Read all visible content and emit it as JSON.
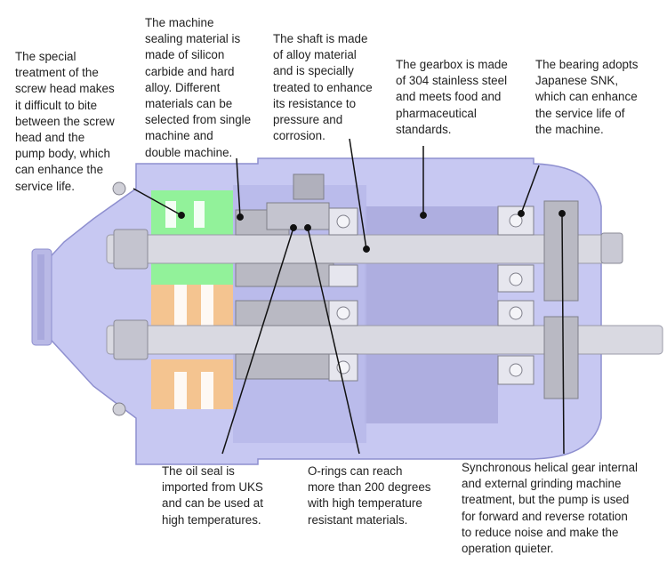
{
  "annotations": {
    "screw_head": "The special\ntreatment of the\nscrew head makes\nit difficult to bite\nbetween the screw\nhead and the\npump body, which\ncan enhance the\nservice life.",
    "sealing_material": "The machine\nsealing material is\nmade of silicon\ncarbide and hard\nalloy. Different\nmaterials can be\nselected from single\nmachine and\ndouble machine.",
    "shaft": "The shaft is made\nof alloy material\nand is specially\ntreated to enhance\nits resistance to\npressure and\ncorrosion.",
    "gearbox": "The gearbox is made\nof 304 stainless steel\nand meets food and\npharmaceutical\nstandards.",
    "bearing": "The bearing adopts\nJapanese SNK,\nwhich can enhance\nthe service life of\nthe machine.",
    "oil_seal": "The oil seal is\nimported from UKS\nand can be used at\nhigh temperatures.",
    "o_rings": "O-rings can reach\nmore than 200 degrees\nwith high temperature\nresistant materials.",
    "gear": "Synchronous helical gear internal\nand external grinding machine\ntreatment, but the pump is used\nfor forward and reverse rotation\nto reduce noise and make the\noperation quieter."
  },
  "colors": {
    "housing": "#c7c8f2",
    "housing_dark": "#a9a9dd",
    "housing_edge": "#8e8fcf",
    "shaft": "#d9d9e1",
    "part_gray": "#b9b9c3",
    "rotor_green": "#92f29a",
    "rotor_orange": "#f4c490",
    "line": "#111111"
  }
}
